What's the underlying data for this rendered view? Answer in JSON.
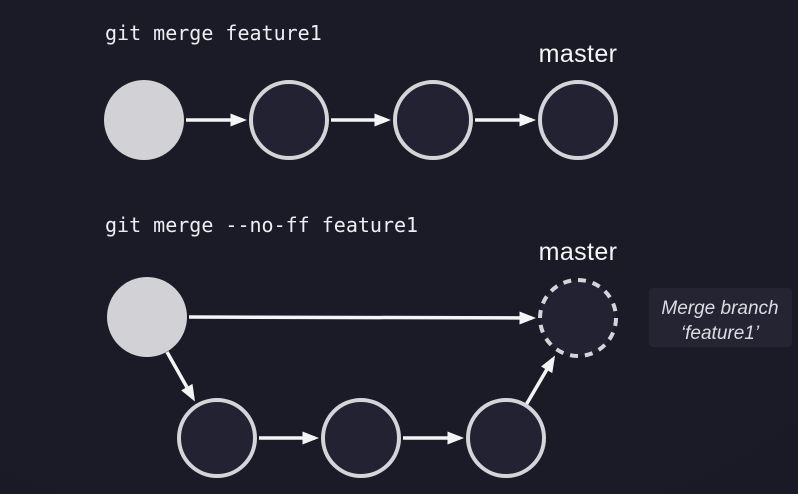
{
  "colors": {
    "background": "#1b1b28",
    "background_edge": "#15151f",
    "commit_fill": "#232233",
    "commit_stroke": "#d4d4d9",
    "highlight_commit_fill": "#d2d2d6",
    "arrow": "#f4f4f6",
    "branch_label_text": "#f6f6f8",
    "command_text": "#edeef2",
    "annotation_bg": "#242433",
    "annotation_text": "#dcdce2"
  },
  "sections": {
    "fast_forward": {
      "command": "git merge feature1",
      "branch_label": "master",
      "nodes": [
        {
          "id": "ff-base",
          "style": "filled"
        },
        {
          "id": "ff-commit-1",
          "style": "outlined"
        },
        {
          "id": "ff-commit-2",
          "style": "outlined"
        },
        {
          "id": "ff-head",
          "style": "outlined",
          "label": "master"
        }
      ],
      "edges": [
        "ff-base→ff-commit-1",
        "ff-commit-1→ff-commit-2",
        "ff-commit-2→ff-head"
      ]
    },
    "no_fast_forward": {
      "command": "git merge --no-ff feature1",
      "branch_label": "master",
      "nodes": [
        {
          "id": "noff-base",
          "style": "filled"
        },
        {
          "id": "noff-merge-commit",
          "style": "dashed",
          "label": "master"
        },
        {
          "id": "feature-commit-1",
          "style": "outlined"
        },
        {
          "id": "feature-commit-2",
          "style": "outlined"
        },
        {
          "id": "feature-commit-3",
          "style": "outlined"
        }
      ],
      "edges": [
        "noff-base→noff-merge-commit",
        "noff-base→feature-commit-1",
        "feature-commit-1→feature-commit-2",
        "feature-commit-2→feature-commit-3",
        "feature-commit-3→noff-merge-commit"
      ],
      "annotation": {
        "line1": "Merge branch",
        "line2": "‘feature1’"
      }
    }
  }
}
